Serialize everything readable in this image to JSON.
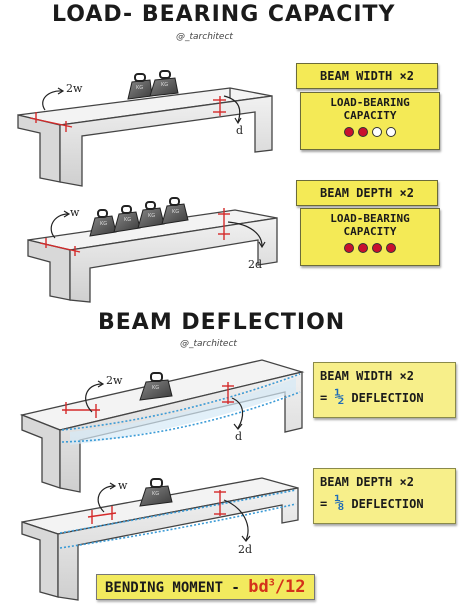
{
  "top": {
    "title": "LOAD- BEARING CAPACITY",
    "handle": "@_tarchitect",
    "beam1": {
      "load_label": "2w",
      "deflection_label": "d",
      "weight_marks": [
        "KG",
        "KG"
      ]
    },
    "note1": {
      "line": "BEAM WIDTH ×2"
    },
    "card1": {
      "line1": "LOAD-BEARING",
      "line2": "CAPACITY",
      "filled": 2,
      "total": 4
    },
    "beam2": {
      "load_label": "w",
      "deflection_label": "2d",
      "weight_marks": [
        "KG",
        "KG",
        "KG",
        "KG"
      ]
    },
    "note2": {
      "line": "BEAM DEPTH ×2"
    },
    "card2": {
      "line1": "LOAD-BEARING",
      "line2": "CAPACITY",
      "filled": 4,
      "total": 4
    }
  },
  "bottom": {
    "title": "BEAM DEFLECTION",
    "handle": "@_tarchitect",
    "beam3": {
      "load_label": "2w",
      "deflection_label": "d",
      "weight_mark": "KG"
    },
    "card3": {
      "line1": "BEAM WIDTH ×2",
      "line2_prefix": "=",
      "fraction": "½",
      "line2_suffix": "DEFLECTION"
    },
    "beam4": {
      "load_label": "w",
      "deflection_label": "2d",
      "weight_mark": "KG"
    },
    "card4": {
      "line1": "BEAM DEPTH ×2",
      "line2_prefix": "=",
      "fraction": "⅛",
      "line2_suffix": "DEFLECTION"
    },
    "bending": {
      "label": "BENDING MOMENT -",
      "formula_base": "bd",
      "formula_exp": "3",
      "formula_den": "/12"
    }
  },
  "colors": {
    "note": "#f4ea56",
    "filled_dot": "#c8102e",
    "deflection_line": "#3b9bd6",
    "marker": "#d42a2a",
    "beam": "#e6e6e6"
  }
}
